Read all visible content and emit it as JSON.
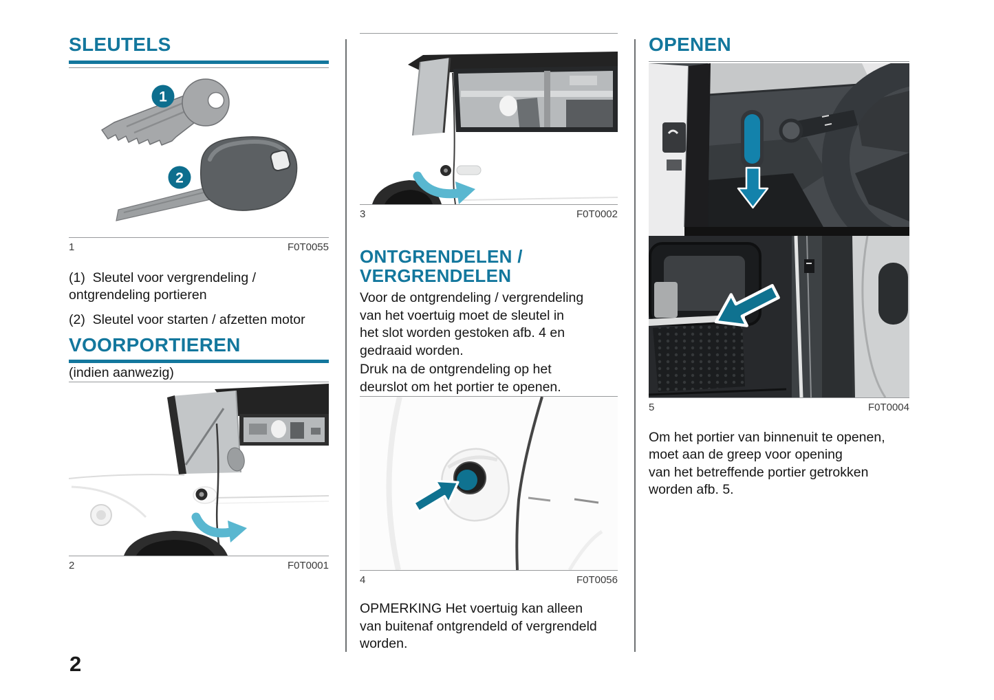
{
  "page": {
    "number": "2"
  },
  "colors": {
    "accent_blue": "#13779d",
    "arrow_light_teal": "#59b7d0",
    "arrow_dark_teal": "#0f7290",
    "badge_teal": "#0d6e8e",
    "rule_gray": "#8f9396"
  },
  "sections": {
    "keys": {
      "title": "SLEUTELS"
    },
    "front_doors": {
      "title": "VOORPORTIEREN",
      "subtitle": "(indien aanwezig)"
    },
    "unlock": {
      "title": "ONTGRENDELEN /\nVERGRENDELEN"
    },
    "open": {
      "title": "OPENEN"
    }
  },
  "figures": {
    "fig1": {
      "number": "1",
      "code": "F0T0055",
      "badge1": "1",
      "badge2": "2"
    },
    "fig2": {
      "number": "2",
      "code": "F0T0001"
    },
    "fig3": {
      "number": "3",
      "code": "F0T0002"
    },
    "fig4": {
      "number": "4",
      "code": "F0T0056"
    },
    "fig5": {
      "number": "5",
      "code": "F0T0004"
    }
  },
  "text": {
    "key_items": [
      "(1)  Sleutel voor vergrendeling /\nontgrendeling portieren",
      "(2)  Sleutel voor starten / afzetten motor"
    ],
    "unlock_p1": "Voor de ontgrendeling / vergrendeling\nvan het voertuig moet de sleutel in\nhet slot worden gestoken afb. 4 en\ngedraaid worden.",
    "unlock_p2": "Druk na de ontgrendeling op het\ndeurslot om het portier te openen.",
    "note": "OPMERKING Het voertuig kan alleen\nvan buitenaf ontgrendeld of vergrendeld\nworden.",
    "open_p1": "Om het portier van binnenuit te openen,\nmoet aan de greep voor opening\nvan het betreffende portier getrokken\nworden afb. 5."
  }
}
